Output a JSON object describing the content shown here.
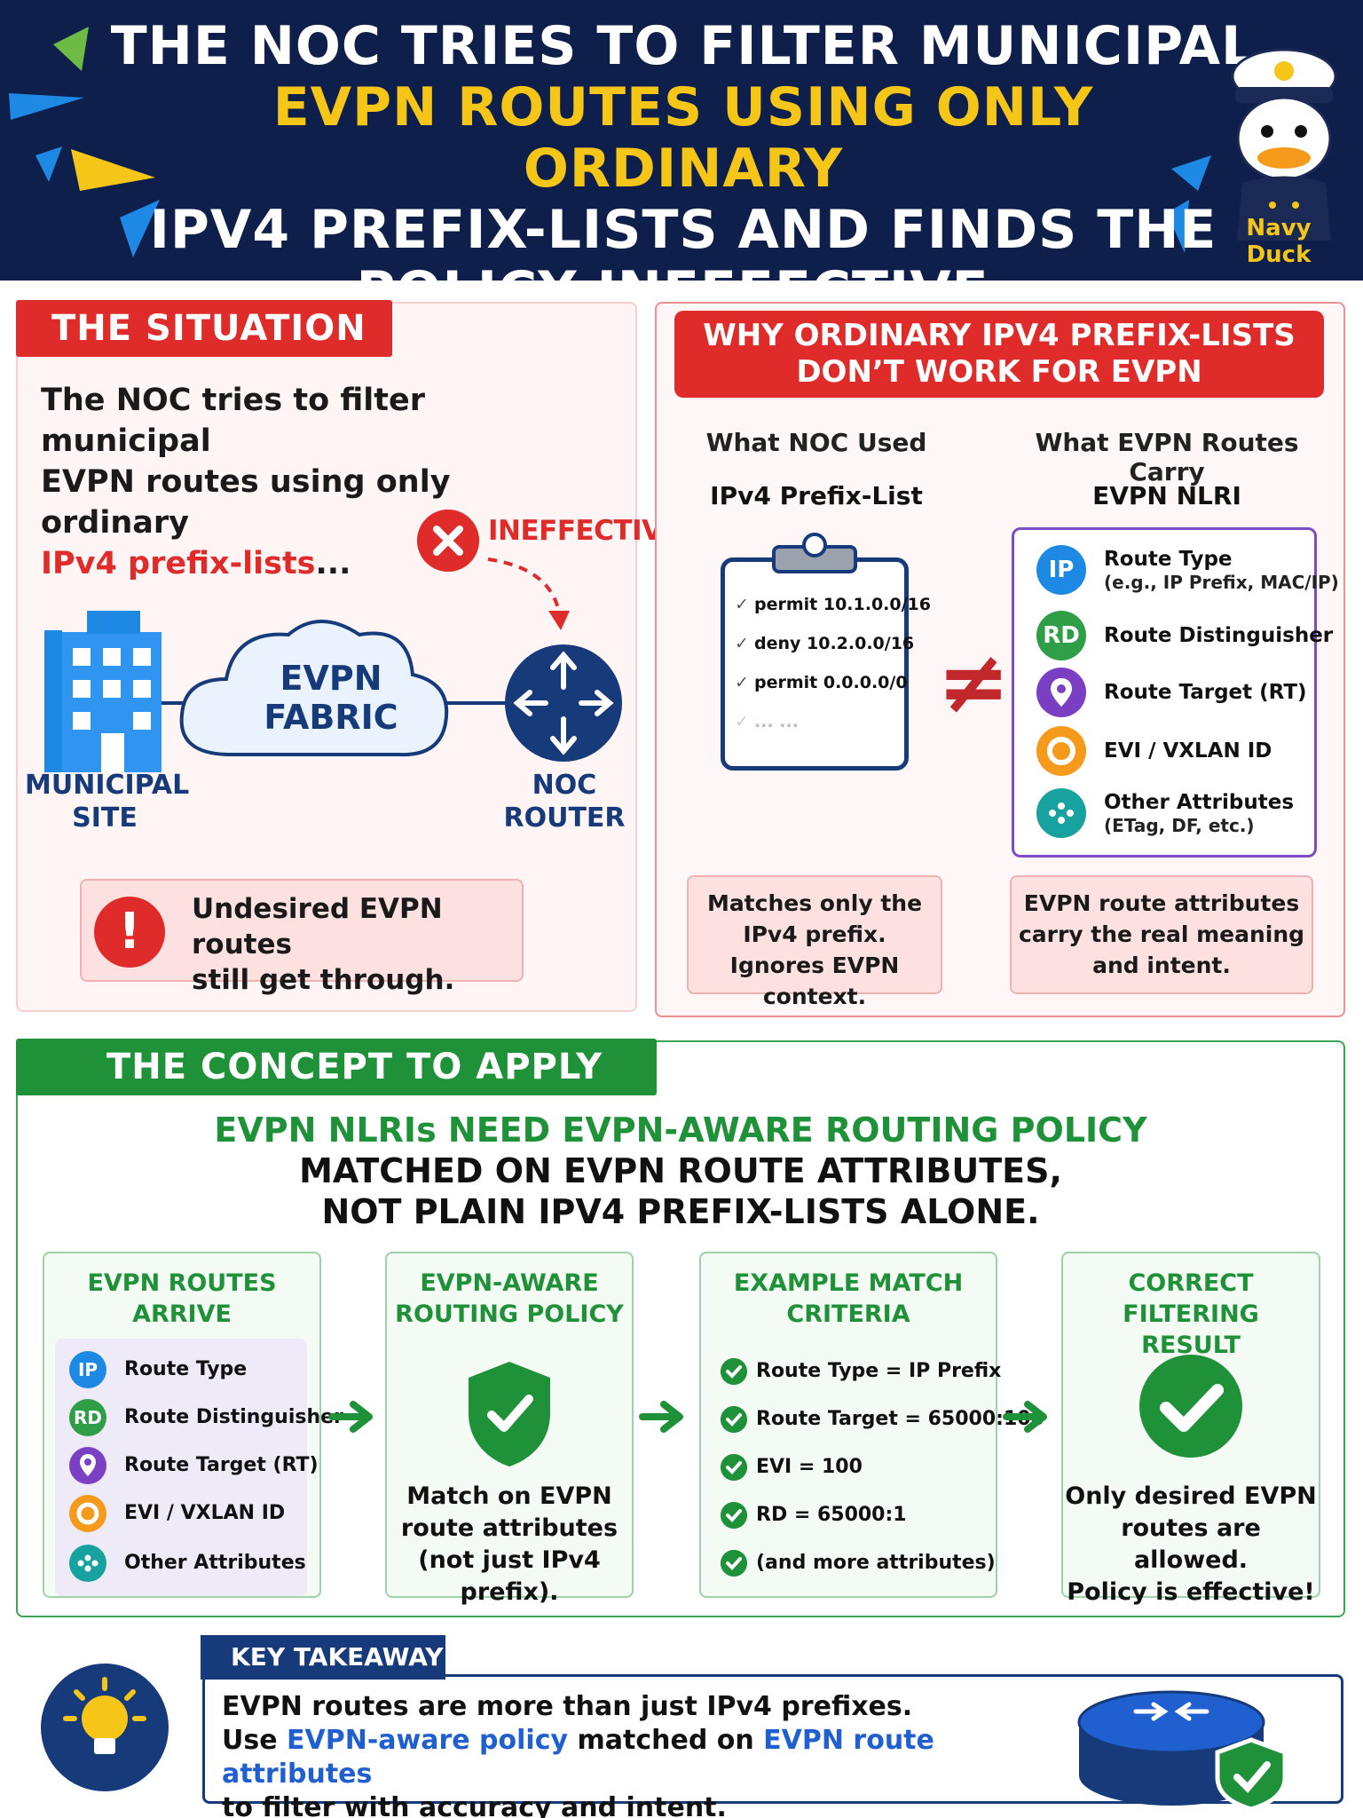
{
  "header": {
    "title_lines": [
      "THE NOC TRIES TO FILTER MUNICIPAL",
      "EVPN ROUTES USING ONLY ORDINARY",
      "IPV4 PREFIX-LISTS AND FINDS THE",
      "POLICY INEFFECTIVE."
    ],
    "mascot_name": "Navy Duck",
    "mascot_icon": "duck-mascot-icon",
    "colors": {
      "navy": "#0d1f4a",
      "gold": "#f5c518"
    }
  },
  "situation": {
    "tab": "THE SITUATION",
    "intro_line1": "The NOC tries to filter municipal",
    "intro_line2": "EVPN routes using only ordinary",
    "intro_red": "IPv4 prefix-lists",
    "intro_tail": "...",
    "ineffective_label": "INEFFECTIVE",
    "site_label_1": "MUNICIPAL",
    "site_label_2": "SITE",
    "fabric_1": "EVPN",
    "fabric_2": "FABRIC",
    "noc_label_1": "NOC",
    "noc_label_2": "ROUTER",
    "warning_icon": "!",
    "warning_line1": "Undesired EVPN routes",
    "warning_line2": "still get through."
  },
  "why": {
    "tab_line1": "WHY ORDINARY IPV4 PREFIX-LISTS",
    "tab_line2": "DON’T WORK FOR EVPN",
    "left_head": "What NOC Used",
    "left_sub": "IPv4 Prefix-List",
    "right_head": "What EVPN Routes Carry",
    "right_sub": "EVPN NLRI",
    "prefix_list": [
      {
        "check": "✓",
        "text": "permit 10.1.0.0/16"
      },
      {
        "check": "✓",
        "text": "deny 10.2.0.0/16"
      },
      {
        "check": "✓",
        "text": "permit 0.0.0.0/0"
      },
      {
        "check": "✓",
        "text": "...        ..."
      }
    ],
    "not_equal": "≠",
    "nlri": [
      {
        "icon": "IP",
        "color": "#1e88e5",
        "label": "Route Type",
        "sub": "(e.g., IP Prefix, MAC/IP)"
      },
      {
        "icon": "RD",
        "color": "#2e9e47",
        "label": "Route Distinguisher",
        "sub": ""
      },
      {
        "icon": "",
        "color": "#7b3fc4",
        "label": "Route Target (RT)",
        "sub": ""
      },
      {
        "icon": "",
        "color": "#f59a1b",
        "label": "EVI / VXLAN ID",
        "sub": ""
      },
      {
        "icon": "",
        "color": "#17a2a0",
        "label": "Other Attributes",
        "sub": "(ETag, DF, etc.)"
      }
    ],
    "note_left": [
      "Matches only the",
      "IPv4 prefix.",
      "Ignores EVPN context."
    ],
    "note_right": [
      "EVPN route attributes",
      "carry the real meaning",
      "and intent."
    ]
  },
  "concept": {
    "tab": "THE CONCEPT TO APPLY",
    "head_green": "EVPN NLRIs NEED EVPN-AWARE ROUTING POLICY",
    "head_black1": "MATCHED ON EVPN ROUTE ATTRIBUTES,",
    "head_black2": "NOT PLAIN IPV4 PREFIX-LISTS ALONE.",
    "step1": {
      "h1": "EVPN ROUTES",
      "h2": "ARRIVE",
      "items": [
        {
          "icon": "IP",
          "color": "#1e88e5",
          "label": "Route Type"
        },
        {
          "icon": "RD",
          "color": "#2e9e47",
          "label": "Route Distinguisher"
        },
        {
          "icon": "",
          "color": "#7b3fc4",
          "label": "Route Target (RT)"
        },
        {
          "icon": "",
          "color": "#f59a1b",
          "label": "EVI / VXLAN ID"
        },
        {
          "icon": "",
          "color": "#17a2a0",
          "label": "Other Attributes"
        }
      ]
    },
    "step2": {
      "h1": "EVPN-AWARE",
      "h2": "ROUTING POLICY",
      "body": [
        "Match on EVPN",
        "route attributes",
        "(not just IPv4 prefix)."
      ]
    },
    "step3": {
      "h1": "EXAMPLE MATCH",
      "h2": "CRITERIA",
      "criteria": [
        "Route Type = IP Prefix",
        "Route Target = 65000:100",
        "EVI = 100",
        "RD = 65000:1",
        "(and more attributes)"
      ]
    },
    "step4": {
      "h1": "CORRECT FILTERING",
      "h2": "RESULT",
      "body": [
        "Only desired EVPN",
        "routes are allowed.",
        "Policy is effective!"
      ]
    }
  },
  "takeaway": {
    "tab": "KEY TAKEAWAY",
    "line1": "EVPN routes are more than just IPv4 prefixes.",
    "line2_a": "Use ",
    "line2_b": "EVPN-aware policy",
    "line2_c": " matched on ",
    "line2_d": "EVPN route attributes",
    "line3": "to filter with accuracy and intent."
  }
}
